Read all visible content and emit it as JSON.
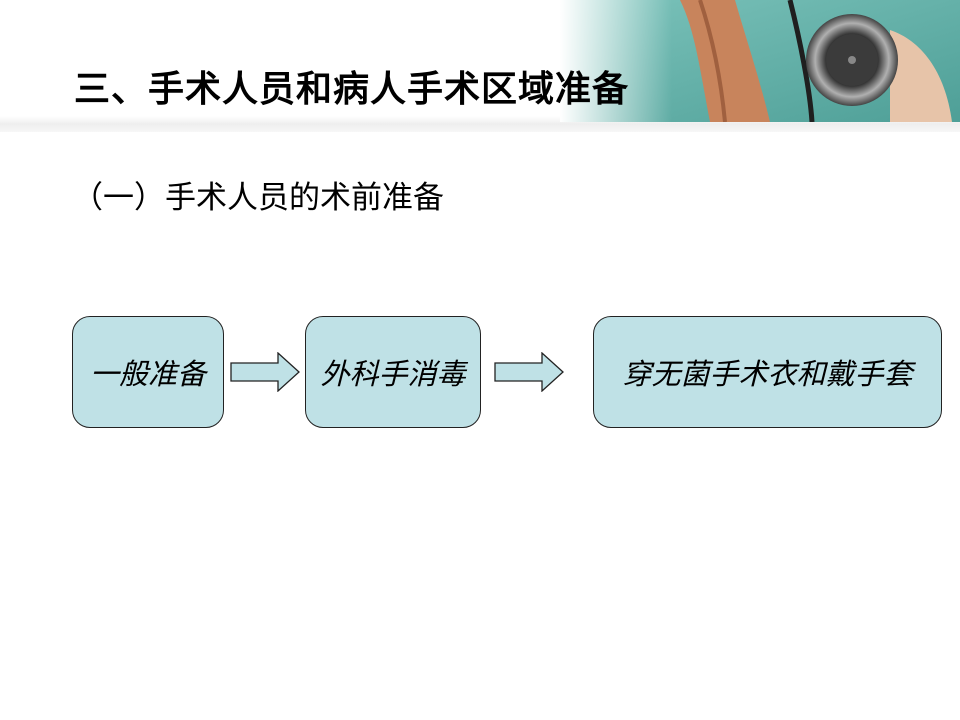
{
  "slide": {
    "title": "三、手术人员和病人手术区域准备",
    "subtitle": "（一）手术人员的术前准备"
  },
  "flow": {
    "steps": [
      {
        "label": "一般准备"
      },
      {
        "label": "外科手消毒"
      },
      {
        "label": "穿无菌手术衣和戴手套"
      }
    ]
  },
  "colors": {
    "box_fill": "#bfe1e6",
    "box_border": "#222222",
    "arrow_fill": "#bfe1e6",
    "header_photo_teal": "#5aa9a2"
  }
}
